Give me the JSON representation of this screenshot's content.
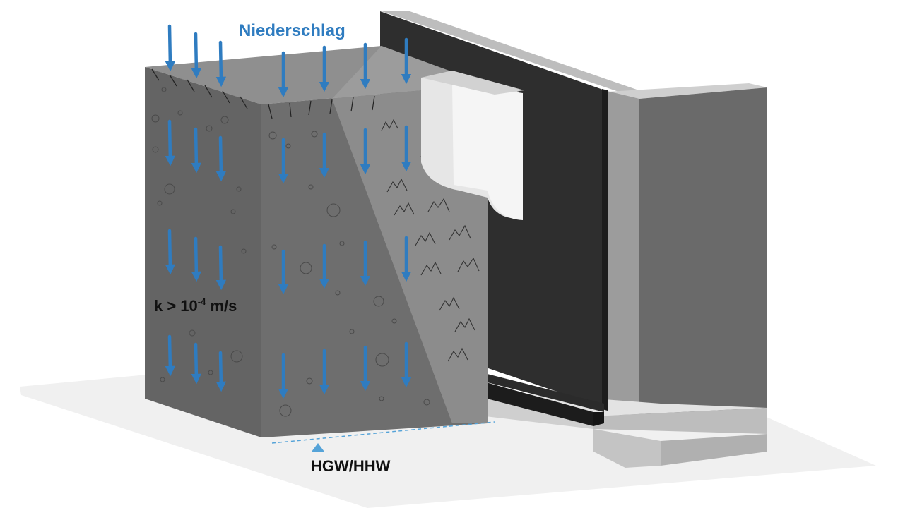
{
  "labels": {
    "precipitation": "Niederschlag",
    "permeability_prefix": "k > 10",
    "permeability_exponent": "-4",
    "permeability_unit": " m/s",
    "groundwater": "HGW/HHW"
  },
  "colors": {
    "arrow": "#2f7cc0",
    "label_blue": "#2f7cc0",
    "soil_front": "#6e6e6e",
    "soil_left": "#646464",
    "soil_top": "#8f8f8f",
    "wall": "#2e2e2e",
    "building": "#6a6a6a",
    "foundation": "#c8c8c8",
    "ground_shadow": "#f0f0f0",
    "water_line": "#55a3d8"
  },
  "icons": [
    "down-arrow-icon",
    "water-level-triangle-icon"
  ]
}
